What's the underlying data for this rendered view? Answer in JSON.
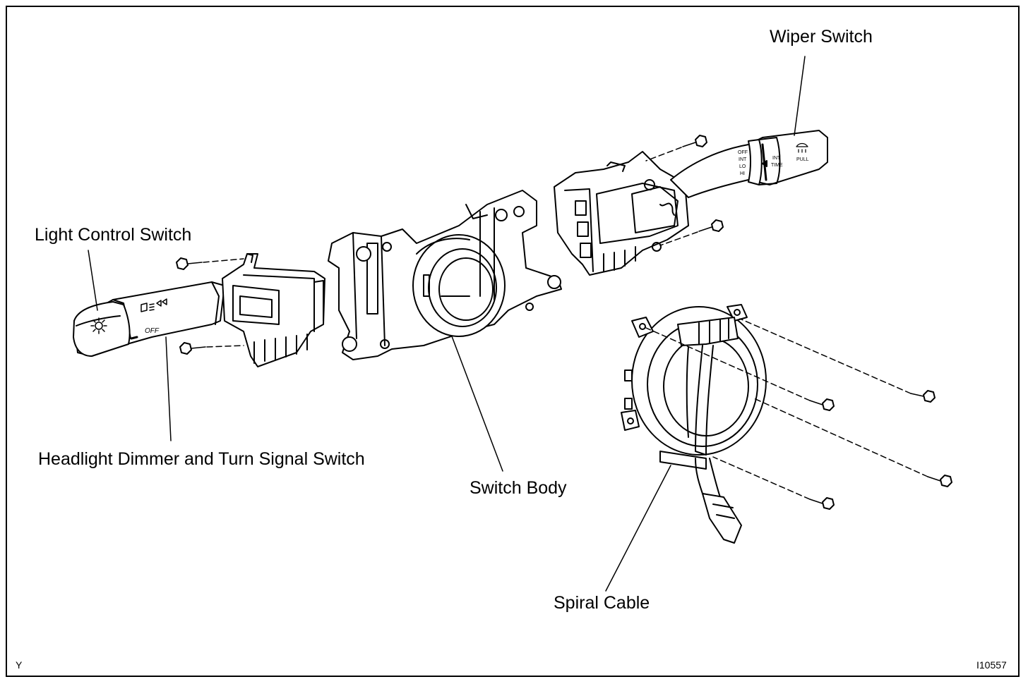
{
  "labels": {
    "wiper_switch": "Wiper Switch",
    "light_control_switch": "Light Control Switch",
    "headlight_dimmer_switch": "Headlight Dimmer and Turn Signal  Switch",
    "switch_body": "Switch Body",
    "spiral_cable": "Spiral Cable"
  },
  "wiper_lever_markings": {
    "positions": [
      "OFF",
      "INT",
      "LO",
      "HI"
    ],
    "int_time": [
      "INT",
      "TIME"
    ],
    "pull": "PULL"
  },
  "light_lever_markings": {
    "off": "OFF"
  },
  "corner": {
    "left": "Y",
    "right": "I10557"
  }
}
